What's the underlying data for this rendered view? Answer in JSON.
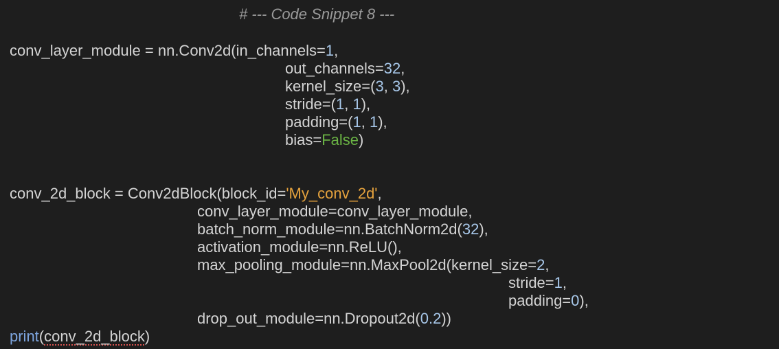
{
  "editor": {
    "background": "#1e1e1e",
    "colors": {
      "text": "#d4d4d4",
      "comment": "#9a9a9a",
      "number": "#a8c8ea",
      "string": "#e5a23d",
      "keyword": "#6ab344",
      "builtin": "#7ea6e0",
      "error_underline": "#d9534f"
    },
    "lines": [
      {
        "tokens": [
          {
            "t": "comment",
            "v": "# --- Code Snippet 8 ---"
          }
        ]
      },
      {
        "tokens": [
          {
            "t": "text",
            "v": "conv_layer_module = nn.Conv2d(in_channels="
          },
          {
            "t": "number",
            "v": "1"
          },
          {
            "t": "text",
            "v": ","
          }
        ]
      },
      {
        "tokens": [
          {
            "t": "text",
            "v": "out_channels="
          },
          {
            "t": "number",
            "v": "32"
          },
          {
            "t": "text",
            "v": ","
          }
        ]
      },
      {
        "tokens": [
          {
            "t": "text",
            "v": "kernel_size=("
          },
          {
            "t": "number",
            "v": "3"
          },
          {
            "t": "text",
            "v": ", "
          },
          {
            "t": "number",
            "v": "3"
          },
          {
            "t": "text",
            "v": "),"
          }
        ]
      },
      {
        "tokens": [
          {
            "t": "text",
            "v": "stride=("
          },
          {
            "t": "number",
            "v": "1"
          },
          {
            "t": "text",
            "v": ", "
          },
          {
            "t": "number",
            "v": "1"
          },
          {
            "t": "text",
            "v": "),"
          }
        ]
      },
      {
        "tokens": [
          {
            "t": "text",
            "v": "padding=("
          },
          {
            "t": "number",
            "v": "1"
          },
          {
            "t": "text",
            "v": ", "
          },
          {
            "t": "number",
            "v": "1"
          },
          {
            "t": "text",
            "v": "),"
          }
        ]
      },
      {
        "tokens": [
          {
            "t": "text",
            "v": "bias="
          },
          {
            "t": "keyword",
            "v": "False"
          },
          {
            "t": "text",
            "v": ")"
          }
        ]
      },
      {
        "tokens": [
          {
            "t": "text",
            "v": "conv_2d_block = Conv2dBlock(block_id="
          },
          {
            "t": "string",
            "v": "'My_conv_2d'"
          },
          {
            "t": "text",
            "v": ","
          }
        ]
      },
      {
        "tokens": [
          {
            "t": "text",
            "v": "conv_layer_module=conv_layer_module,"
          }
        ]
      },
      {
        "tokens": [
          {
            "t": "text",
            "v": "batch_norm_module=nn.BatchNorm2d("
          },
          {
            "t": "number",
            "v": "32"
          },
          {
            "t": "text",
            "v": "),"
          }
        ]
      },
      {
        "tokens": [
          {
            "t": "text",
            "v": "activation_module=nn.ReLU(),"
          }
        ]
      },
      {
        "tokens": [
          {
            "t": "text",
            "v": "max_pooling_module=nn.MaxPool2d(kernel_size="
          },
          {
            "t": "number",
            "v": "2"
          },
          {
            "t": "text",
            "v": ","
          }
        ]
      },
      {
        "tokens": [
          {
            "t": "text",
            "v": "stride="
          },
          {
            "t": "number",
            "v": "1"
          },
          {
            "t": "text",
            "v": ","
          }
        ]
      },
      {
        "tokens": [
          {
            "t": "text",
            "v": "padding="
          },
          {
            "t": "number",
            "v": "0"
          },
          {
            "t": "text",
            "v": "),"
          }
        ]
      },
      {
        "tokens": [
          {
            "t": "text",
            "v": "drop_out_module=nn.Dropout2d("
          },
          {
            "t": "number",
            "v": "0.2"
          },
          {
            "t": "text",
            "v": "))"
          }
        ]
      },
      {
        "tokens": [
          {
            "t": "builtin",
            "v": "print"
          },
          {
            "t": "text",
            "v": "("
          },
          {
            "t": "error",
            "v": "conv_2d_block"
          },
          {
            "t": "text",
            "v": ")"
          }
        ]
      }
    ]
  }
}
